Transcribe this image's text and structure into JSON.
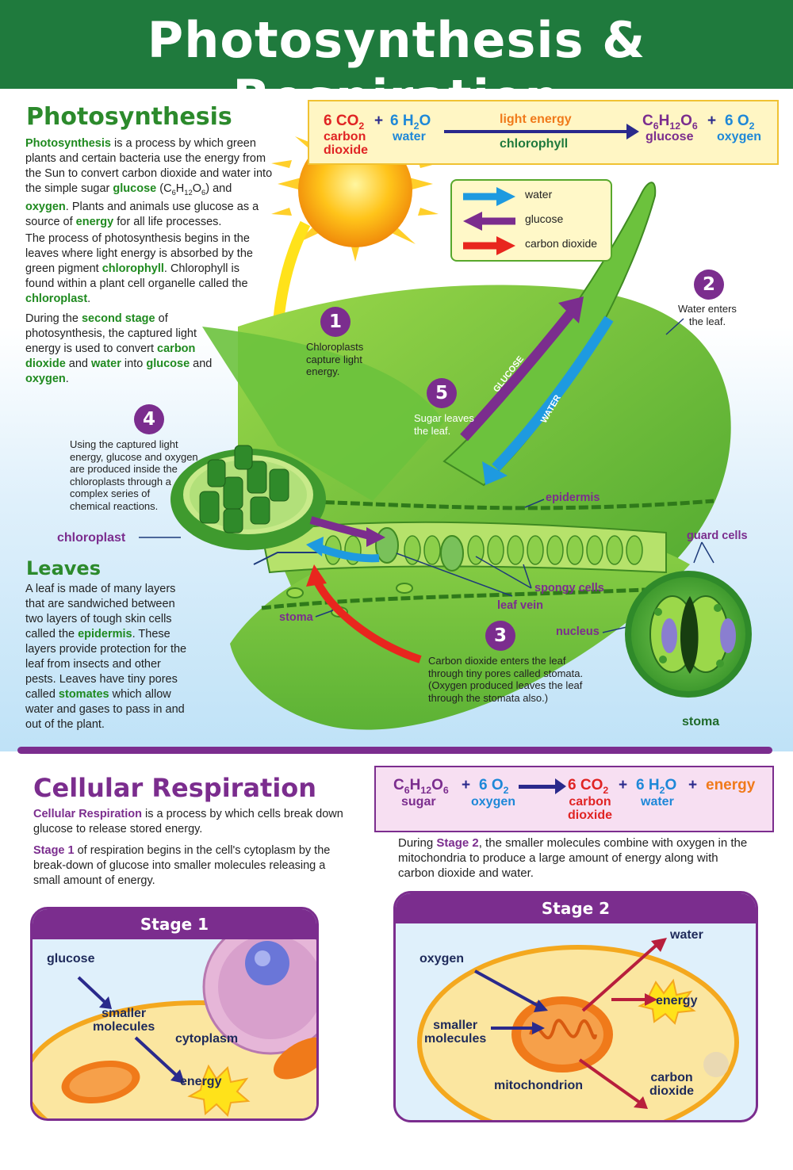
{
  "title": "Photosynthesis & Respiration",
  "photosynthesis": {
    "heading": "Photosynthesis",
    "para1": {
      "a_bold": "Photosynthesis",
      "b": " is a process by which green plants and certain bacteria use the energy from the Sun to convert carbon dioxide and water into the simple sugar ",
      "c_bold": "glucose",
      "d": " (C",
      "d_sub1": "6",
      "d2": "H",
      "d_sub2": "12",
      "d3": "O",
      "d_sub3": "6",
      "d4": ") and ",
      "e_bold": "oxygen",
      "f": ".  Plants and animals use glucose as a source of ",
      "g_bold": "energy",
      "h": " for all life processes."
    },
    "para2": {
      "a": "The process of photosynthesis begins in the leaves where light energy is absorbed by the green pigment ",
      "b_bold": "chlorophyll",
      "c": ".  Chlorophyll is found within a plant cell organelle called the ",
      "d_bold": "chloroplast",
      "e": "."
    },
    "para3": {
      "a": "During the ",
      "b_bold": "second stage",
      "c": " of photosynthesis, the captured light energy is used to convert ",
      "d_bold": "carbon dioxide",
      "e": " and ",
      "f_bold": "water",
      "g": " into ",
      "h_bold": "glucose",
      "i": " and ",
      "j_bold": "oxygen",
      "k": "."
    },
    "equation": {
      "co2": "6 CO",
      "co2_sub": "2",
      "co2_label_1": "carbon",
      "co2_label_2": "dioxide",
      "plus1": "+",
      "h2o": "6 H",
      "h2o_sub": "2",
      "h2o_o": "O",
      "h2o_label": "water",
      "arrow_top": "light energy",
      "arrow_bottom": "chlorophyll",
      "glucose_c": "C",
      "glucose_c_sub": "6",
      "glucose_h": "H",
      "glucose_h_sub": "12",
      "glucose_o": "O",
      "glucose_o_sub": "6",
      "glucose_label": "glucose",
      "plus2": "+",
      "o2": "6 O",
      "o2_sub": "2",
      "o2_label": "oxygen"
    },
    "legend": {
      "water": "water",
      "glucose": "glucose",
      "carbon_dioxide": "carbon dioxide",
      "colors": {
        "water": "#1e9ae0",
        "glucose": "#7b2d8e",
        "carbon_dioxide": "#e8261e"
      }
    },
    "steps": [
      {
        "num": "1",
        "text_lines": [
          "Chloroplasts",
          "capture light",
          "energy."
        ]
      },
      {
        "num": "2",
        "text_lines": [
          "Water enters",
          "the leaf."
        ]
      },
      {
        "num": "3",
        "text_lines": [
          "Carbon dioxide enters the leaf",
          "through tiny pores called stomata.",
          "(Oxygen produced leaves the leaf",
          "through the stomata also.)"
        ]
      },
      {
        "num": "4",
        "text_lines": [
          "Using the captured light",
          "energy, glucose and oxygen",
          "are produced inside the",
          "chloroplasts through a",
          "complex series of",
          "chemical reactions."
        ]
      },
      {
        "num": "5",
        "text_lines": [
          "Sugar leaves",
          "the leaf."
        ]
      }
    ],
    "diagram_labels": {
      "chloroplast": "chloroplast",
      "epidermis": "epidermis",
      "spongy_cells": "spongy cells",
      "leaf_vein": "leaf vein",
      "stoma": "stoma",
      "guard_cells": "guard cells",
      "nucleus": "nucleus",
      "stoma_bottom": "stoma",
      "glucose_arrow": "GLUCOSE",
      "water_arrow": "WATER"
    }
  },
  "leaves": {
    "heading": "Leaves",
    "para": {
      "a": "A leaf is made of many layers that are sandwiched between two layers of tough skin cells called the ",
      "b_bold": "epidermis",
      "c": ".  These layers provide protection for the leaf from insects and other pests.  Leaves have tiny pores called ",
      "d_bold": "stomates",
      "e": " which allow water and gases to pass in and out of the plant."
    }
  },
  "respiration": {
    "heading": "Cellular Respiration",
    "para1": {
      "a_bold": "Cellular Respiration",
      "b": " is a process by which cells break down glucose to release stored energy."
    },
    "para2": {
      "a_bold": "Stage 1",
      "b": " of respiration begins in the cell's cytoplasm by the break-down of glucose into smaller molecules releasing a small amount of energy."
    },
    "para3": {
      "a": "During ",
      "b_bold": "Stage 2",
      "c": ", the smaller molecules combine with oxygen in the mitochondria to produce a large amount of energy along with carbon dioxide and water."
    },
    "equation": {
      "glucose_c": "C",
      "glucose_c_sub": "6",
      "glucose_h": "H",
      "glucose_h_sub": "12",
      "glucose_o": "O",
      "glucose_o_sub": "6",
      "glucose_label": "sugar",
      "plus1": "+",
      "o2": "6 O",
      "o2_sub": "2",
      "o2_label": "oxygen",
      "co2": "6 CO",
      "co2_sub": "2",
      "co2_label_1": "carbon",
      "co2_label_2": "dioxide",
      "plus2": "+",
      "h2o": "6 H",
      "h2o_sub": "2",
      "h2o_o": "O",
      "h2o_label": "water",
      "plus3": "+",
      "energy": "energy"
    },
    "stage1": {
      "title": "Stage 1",
      "glucose": "glucose",
      "smaller_1": "smaller",
      "smaller_2": "molecules",
      "cytoplasm": "cytoplasm",
      "energy": "energy"
    },
    "stage2": {
      "title": "Stage 2",
      "water": "water",
      "oxygen": "oxygen",
      "energy": "energy",
      "smaller_1": "smaller",
      "smaller_2": "molecules",
      "mitochondrion": "mitochondrion",
      "carbon": "carbon",
      "dioxide": "dioxide"
    }
  }
}
